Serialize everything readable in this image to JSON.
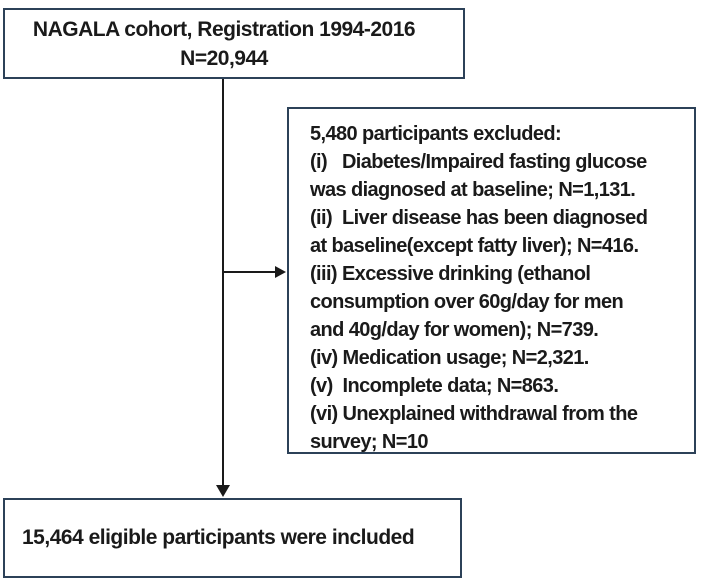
{
  "diagram": {
    "top_box": {
      "line1": "NAGALA cohort, Registration 1994-2016",
      "line2": "N=20,944"
    },
    "exclusion_box": {
      "lines": [
        "5,480 participants excluded:",
        "(i)   Diabetes/Impaired fasting glucose",
        "was diagnosed at baseline; N=1,131.",
        "(ii)  Liver disease has been diagnosed",
        "at baseline(except fatty liver); N=416.",
        "(iii) Excessive drinking (ethanol",
        "consumption over 60g/day for men",
        "and 40g/day for women); N=739.",
        "(iv) Medication usage; N=2,321.",
        "(v)  Incomplete data; N=863.",
        "(vi) Unexplained withdrawal from the",
        "survey; N=10"
      ]
    },
    "bottom_box": {
      "text": "15,464 eligible participants were included"
    },
    "colors": {
      "box_border": "#2c4158",
      "arrow": "#1a1a1a",
      "background": "#ffffff"
    }
  }
}
